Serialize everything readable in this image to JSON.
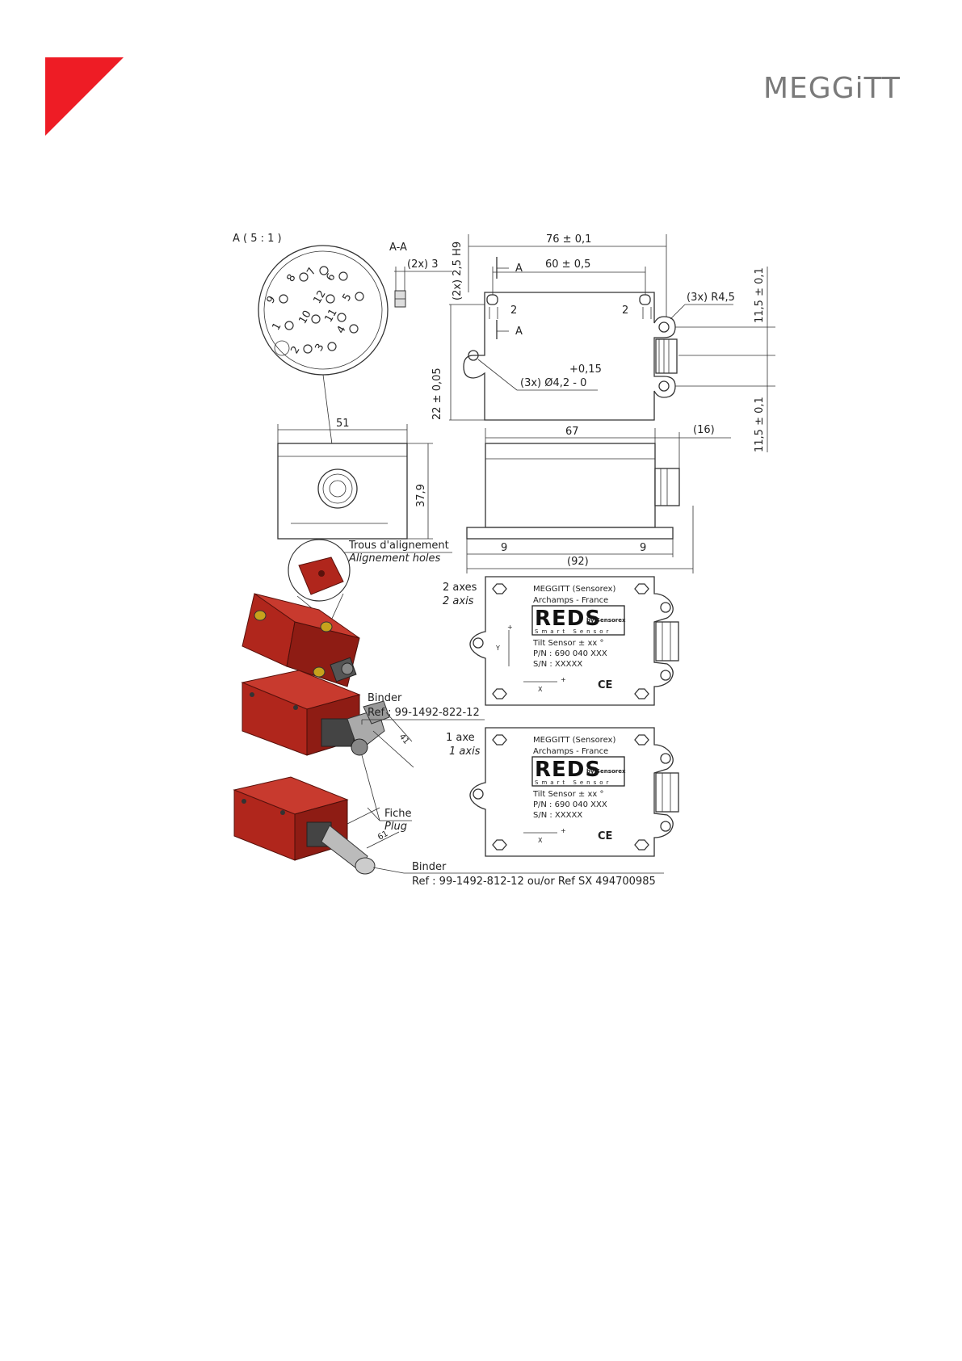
{
  "header": {
    "logo_text": "MEGGiTT",
    "accent_color": "#ee1c25",
    "logo_color": "#7a7a7a"
  },
  "detail_view": {
    "title": "A ( 5 : 1 )",
    "pins": [
      "1",
      "2",
      "3",
      "4",
      "5",
      "6",
      "7",
      "8",
      "9",
      "10",
      "11",
      "12"
    ]
  },
  "section_view": {
    "title": "A-A",
    "dim_depth": "(2x) 3",
    "dim_slot": "(2x) 2,5 H9"
  },
  "top_view": {
    "dim_length": "76 ± 0,1",
    "dim_hole_spacing": "60 ± 0,5",
    "dim_left_2": "2",
    "dim_right_2": "2",
    "section_mark_top": "A",
    "section_mark_bottom": "A",
    "dim_radius": "(3x) R4,5",
    "dim_tol_plus": "+0,15",
    "dim_hole_dia": "(3x) Ø4,2 - 0",
    "dim_height": "22 ± 0,05",
    "dim_right_top": "11,5 ± 0,1",
    "dim_right_bottom": "11,5 ± 0,1"
  },
  "front_view": {
    "dim_width": "51",
    "dim_height": "37,9"
  },
  "side_view": {
    "dim_body": "67",
    "dim_connector": "(16)",
    "dim_left": "9",
    "dim_right": "9",
    "dim_total": "(92)"
  },
  "alignment": {
    "label_fr": "Trous d'alignement",
    "label_en": "Alignement holes"
  },
  "binder_top": {
    "label": "Binder",
    "ref": "Ref : 99-1492-822-12",
    "dim": "41"
  },
  "plug": {
    "label_fr": "Fiche",
    "label_en": "Plug",
    "dim": "61"
  },
  "binder_bottom": {
    "label": "Binder",
    "ref": "Ref : 99-1492-812-12 ou/or Ref SX 494700985"
  },
  "label_2axes": {
    "title": "2 axes",
    "subtitle": "2 axis",
    "maker": "MEGGITT (Sensorex)",
    "location": "Archamps - France",
    "brand": "REDS",
    "by": "by Sensorex",
    "tagline": "Smart Sensor",
    "tilt": "Tilt Sensor ± xx °",
    "pn": "P/N : 690 040 XXX",
    "sn": "S/N : XXXXX",
    "axis_y": "Y",
    "axis_x": "X",
    "plus": "+",
    "ce": "CE"
  },
  "label_1axe": {
    "title": "1 axe",
    "subtitle": "1 axis",
    "maker": "MEGGITT (Sensorex)",
    "location": "Archamps - France",
    "brand": "REDS",
    "by": "by Sensorex",
    "tagline": "Smart Sensor",
    "tilt": "Tilt Sensor ± xx °",
    "pn": "P/N : 690 040 XXX",
    "sn": "S/N : XXXXX",
    "axis_x": "X",
    "plus": "+",
    "ce": "CE"
  }
}
